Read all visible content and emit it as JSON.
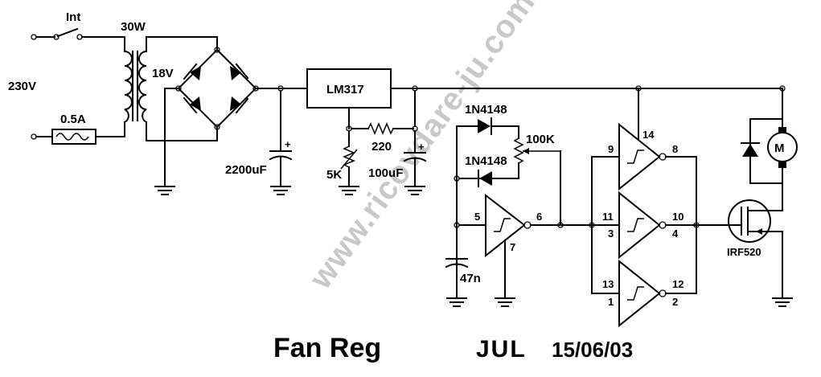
{
  "watermark": "www.ricovdare-ju.com",
  "labels": {
    "switch": "Int",
    "transformer_power": "30W",
    "mains": "230V",
    "secondary": "18V",
    "fuse": "0.5A",
    "regulator": "LM317",
    "cap_main": "2200uF",
    "resistor_220": "220",
    "pot_5k": "5K",
    "cap_100": "100uF",
    "diode_top": "1N4148",
    "diode_bottom": "1N4148",
    "pot_100k": "100K",
    "cap_47n": "47n",
    "mosfet": "IRF520"
  },
  "pins": {
    "p5": "5",
    "p6": "6",
    "p7": "7",
    "p9": "9",
    "p8": "8",
    "p14": "14",
    "p11": "11",
    "p3": "3",
    "p10": "10",
    "p4": "4",
    "p13": "13",
    "p1": "1",
    "p12": "12",
    "p2": "2"
  },
  "footer": {
    "title": "Fan Reg",
    "author": "JUL",
    "date": "15/06/03"
  }
}
